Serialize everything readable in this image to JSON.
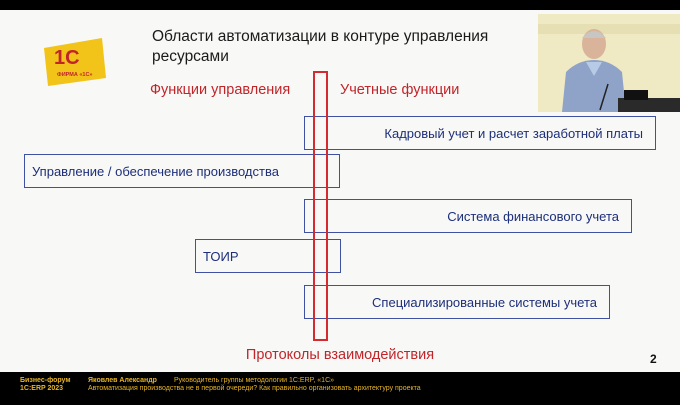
{
  "slide": {
    "title": "Области автоматизации в контуре управления ресурсами",
    "logo": {
      "brand": "1С",
      "caption": "ФИРМА «1С»"
    },
    "column_left": "Функции управления",
    "column_right": "Учетные функции",
    "boxes": [
      "Кадровый учет и расчет заработной платы",
      "Управление / обеспечение производства",
      "Система финансового учета",
      "ТОИР",
      "Специализированные системы учета"
    ],
    "footer_title": "Протоколы взаимодействия",
    "page_number": "2"
  },
  "lower_bar": {
    "forum_line1": "Бизнес-форум",
    "forum_line2": "1С:ERP 2023",
    "speaker_name": "Яковлев Александр",
    "speaker_role": "Руководитель группы методологии 1С:ERP, «1С»",
    "talk_title": "Автоматизация производства не в первой очереди? Как правильно организовать архитектуру проекта"
  },
  "colors": {
    "accent_red": "#c0252a",
    "box_border": "#3f51a3",
    "box_text": "#1d2f7a",
    "logo_yellow": "#f2c318",
    "bar_text": "#e8b52a"
  }
}
